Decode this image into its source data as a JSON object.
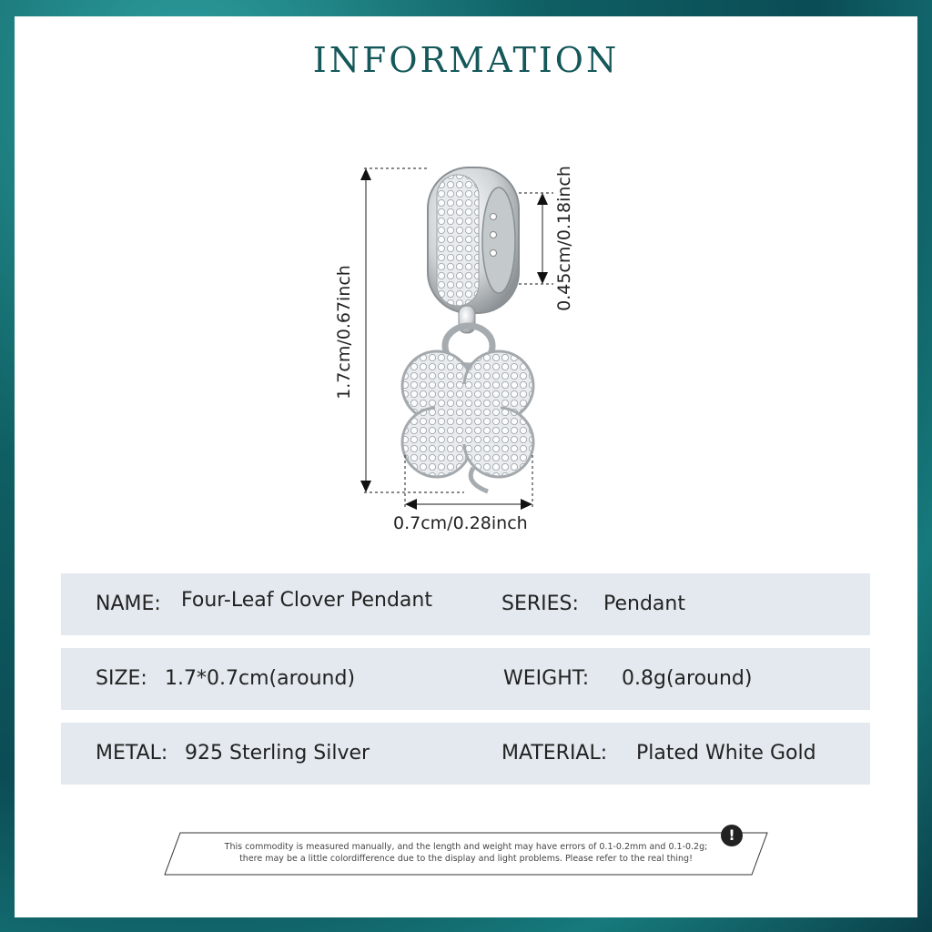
{
  "title": "INFORMATION",
  "dimensions": {
    "height": "1.7cm/0.67inch",
    "ring": "0.45cm/0.18inch",
    "width": "0.7cm/0.28inch"
  },
  "rows": [
    {
      "left_label": "NAME:",
      "left_value": "Four-Leaf Clover Pendant",
      "right_label": "SERIES:",
      "right_value": "Pendant"
    },
    {
      "left_label": "SIZE:",
      "left_value": "1.7*0.7cm(around)",
      "right_label": "WEIGHT:",
      "right_value": "0.8g(around)"
    },
    {
      "left_label": "METAL:",
      "left_value": "925 Sterling Silver",
      "right_label": "MATERIAL:",
      "right_value": "Plated White Gold"
    }
  ],
  "notice": {
    "line1": "This commodity is measured manually, and the length and weight may have errors of 0.1-0.2mm and 0.1-0.2g;",
    "line2": "there may be a little colordifference due to the display and light problems. Please refer to the real thing!",
    "icon": "warning-icon"
  },
  "colors": {
    "frame": "#0e5f63",
    "title": "#15585a",
    "row_bg": "#e3e9ef"
  }
}
